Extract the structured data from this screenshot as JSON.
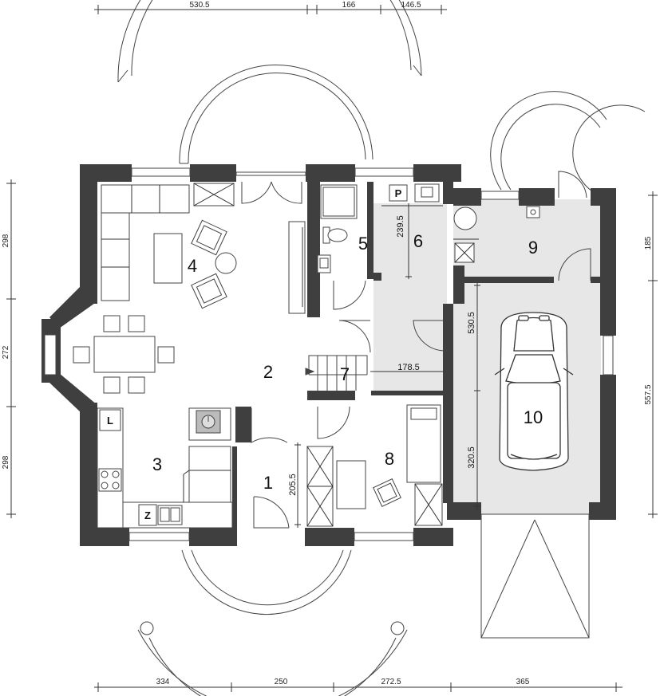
{
  "dimensions": {
    "top": [
      "530.5",
      "166",
      "146.5"
    ],
    "bottom": [
      "334",
      "250",
      "272.5",
      "365"
    ],
    "left": [
      "298",
      "272",
      "298"
    ],
    "right": [
      "185",
      "557.5"
    ],
    "inner": {
      "d1": "239.5",
      "d2": "178.5",
      "d3": "530.5",
      "d4": "320.5",
      "d5": "205.5"
    }
  },
  "rooms": [
    {
      "number": "1"
    },
    {
      "number": "2"
    },
    {
      "number": "3"
    },
    {
      "number": "4"
    },
    {
      "number": "5"
    },
    {
      "number": "6"
    },
    {
      "number": "7"
    },
    {
      "number": "8"
    },
    {
      "number": "9"
    },
    {
      "number": "10"
    }
  ],
  "symbols": {
    "pantry": "P",
    "fridge": "L",
    "sink": "Z"
  }
}
